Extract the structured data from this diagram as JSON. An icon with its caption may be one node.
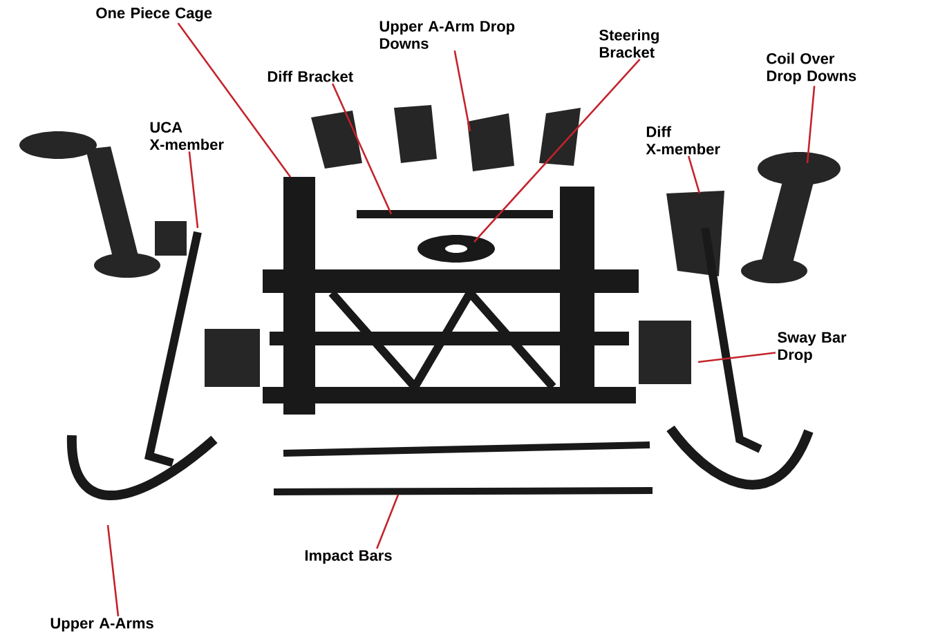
{
  "diagram": {
    "nodes": [
      {
        "text": [
          "One Piece Cage"
        ]
      },
      {
        "text": [
          "Upper A-Arm Drop Downs"
        ]
      },
      {
        "text": [
          "Diff Bracket"
        ]
      },
      {
        "text": [
          "Steering Bracket"
        ]
      },
      {
        "text": [
          "Coil Over Drop Downs"
        ]
      },
      {
        "text": [
          "UCA X-member"
        ]
      },
      {
        "text": [
          "Diff X-member"
        ]
      },
      {
        "text": [
          "Sway Bar Drop"
        ]
      },
      {
        "text": [
          "Impact Bars"
        ]
      },
      {
        "text": [
          "Upper A-Arms"
        ]
      }
    ],
    "edges": [
      {
        "from": 0,
        "to": null,
        "arrow": "none"
      },
      {
        "from": 1,
        "to": null,
        "arrow": "none"
      },
      {
        "from": 2,
        "to": null,
        "arrow": "none"
      },
      {
        "from": 3,
        "to": null,
        "arrow": "none"
      },
      {
        "from": 4,
        "to": null,
        "arrow": "none"
      },
      {
        "from": 5,
        "to": null,
        "arrow": "none"
      },
      {
        "from": 6,
        "to": null,
        "arrow": "none"
      },
      {
        "from": 7,
        "to": null,
        "arrow": "none"
      },
      {
        "from": 8,
        "to": null,
        "arrow": "none"
      },
      {
        "from": 9,
        "to": null,
        "arrow": "none"
      }
    ]
  }
}
